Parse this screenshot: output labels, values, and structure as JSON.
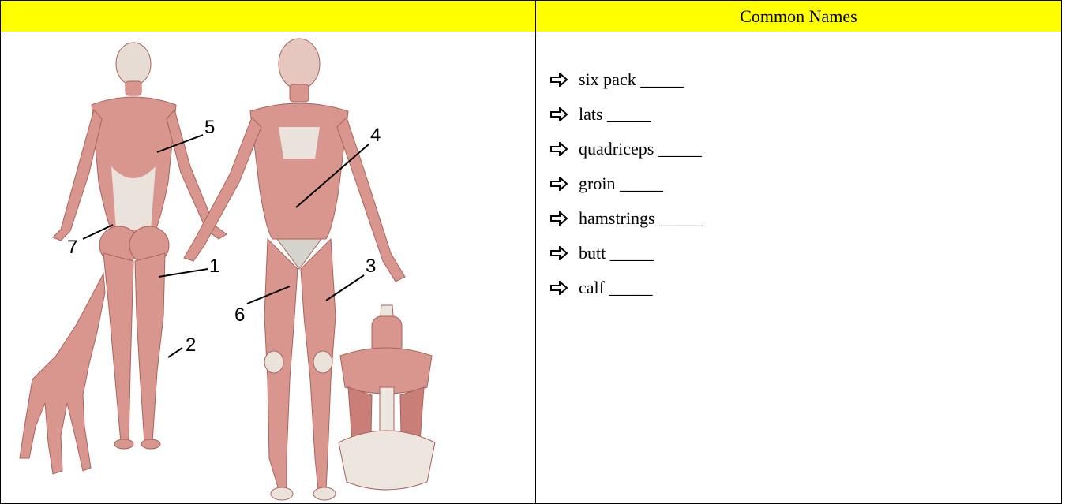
{
  "header": {
    "left_label": "",
    "right_label": "Common Names"
  },
  "figure": {
    "description_icon": "muscle-anatomy-figure",
    "labels": [
      "1",
      "2",
      "3",
      "4",
      "5",
      "6",
      "7"
    ]
  },
  "terms": [
    "six pack _____",
    "lats _____",
    "quadriceps _____",
    "groin _____",
    "hamstrings _____",
    "butt _____",
    "calf _____"
  ],
  "colors": {
    "header_bg": "#ffff00",
    "muscle": "#d9968e",
    "muscle_dark": "#b86a63",
    "bone": "#ece6de"
  }
}
